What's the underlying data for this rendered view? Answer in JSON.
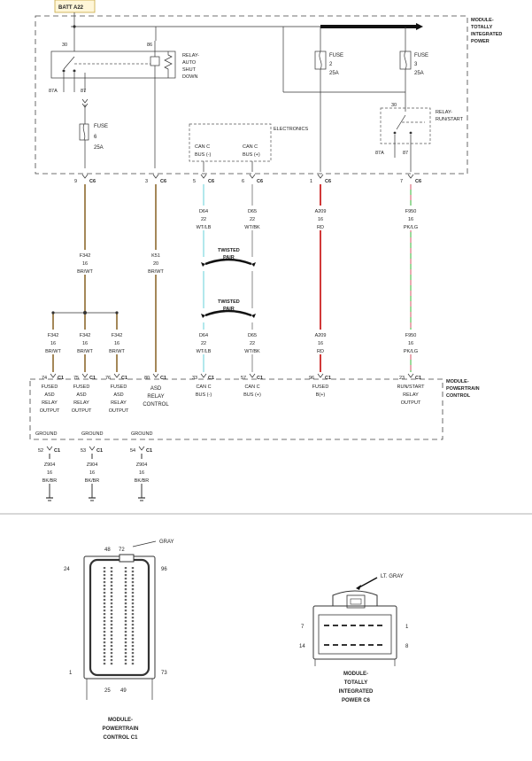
{
  "colors": {
    "brwt": "#9a7a45",
    "wtlb": "#9ee3e8",
    "wtbk": "#b5b5b5",
    "rd": "#cc2222",
    "pklg": "#8fd68f",
    "pklg2": "#f2a4b4",
    "line": "#333333",
    "batt_box": "#fff6d8"
  },
  "batt": {
    "label": "BATT A22"
  },
  "tipm": {
    "name": [
      "MODULE-",
      "TOTALLY",
      "INTEGRATED",
      "POWER"
    ],
    "relay_asd": {
      "label": [
        "RELAY-",
        "AUTO",
        "SHUT",
        "DOWN"
      ],
      "pins": {
        "p30": "30",
        "p86": "86",
        "p87a": "87A",
        "p87": "87"
      }
    },
    "fuse6": {
      "label": [
        "FUSE",
        "6",
        "25A"
      ]
    },
    "fuse2": {
      "label": [
        "FUSE",
        "2",
        "25A"
      ]
    },
    "fuse3": {
      "label": [
        "FUSE",
        "3",
        "25A"
      ]
    },
    "relay_run": {
      "label": [
        "RELAY-",
        "RUN/START"
      ],
      "pins": {
        "p30": "30",
        "p87a": "87A",
        "p87": "87"
      }
    },
    "electronics": {
      "label": "ELECTRONICS",
      "cans": [
        {
          "l1": "CAN C",
          "l2": "BUS (-)"
        },
        {
          "l1": "CAN C",
          "l2": "BUS (+)"
        }
      ]
    }
  },
  "c6_pins": [
    {
      "pin": "9",
      "conn": "C6"
    },
    {
      "pin": "3",
      "conn": "C6"
    },
    {
      "pin": "5",
      "conn": "C6"
    },
    {
      "pin": "6",
      "conn": "C6"
    },
    {
      "pin": "1",
      "conn": "C6"
    },
    {
      "pin": "7",
      "conn": "C6"
    }
  ],
  "wires_upper": [
    {
      "circuit": "F342",
      "gauge": "16",
      "color": "BR/WT"
    },
    {
      "circuit": "K51",
      "gauge": "20",
      "color": "BR/WT"
    },
    {
      "circuit": "D64",
      "gauge": "22",
      "color": "WT/LB"
    },
    {
      "circuit": "D65",
      "gauge": "22",
      "color": "WT/BK"
    },
    {
      "circuit": "A209",
      "gauge": "16",
      "color": "RD"
    },
    {
      "circuit": "F950",
      "gauge": "16",
      "color": "PK/LG"
    }
  ],
  "twisted_pair": [
    "TWISTED",
    "PAIR"
  ],
  "wires_lower": [
    {
      "circuit": "F342",
      "gauge": "16",
      "color": "BR/WT"
    },
    {
      "circuit": "F342",
      "gauge": "16",
      "color": "BR/WT"
    },
    {
      "circuit": "F342",
      "gauge": "16",
      "color": "BR/WT"
    },
    {
      "circuit": "D64",
      "gauge": "22",
      "color": "WT/LB"
    },
    {
      "circuit": "D65",
      "gauge": "22",
      "color": "WT/BK"
    },
    {
      "circuit": "A209",
      "gauge": "16",
      "color": "RD"
    },
    {
      "circuit": "F950",
      "gauge": "16",
      "color": "PK/LG"
    }
  ],
  "pcm_pins": [
    {
      "pin": "74",
      "conn": "C1"
    },
    {
      "pin": "75",
      "conn": "C1"
    },
    {
      "pin": "76",
      "conn": "C1"
    },
    {
      "pin": "80",
      "conn": "C1"
    },
    {
      "pin": "33",
      "conn": "C1"
    },
    {
      "pin": "57",
      "conn": "C1"
    },
    {
      "pin": "96",
      "conn": "C1"
    },
    {
      "pin": "23",
      "conn": "C1"
    }
  ],
  "pcm": {
    "name": [
      "MODULE-",
      "POWERTRAIN",
      "CONTROL"
    ],
    "fns": [
      [
        "FUSED",
        "ASD",
        "RELAY",
        "OUTPUT"
      ],
      [
        "FUSED",
        "ASD",
        "RELAY",
        "OUTPUT"
      ],
      [
        "FUSED",
        "ASD",
        "RELAY",
        "OUTPUT"
      ],
      [
        "ASD",
        "RELAY",
        "CONTROL"
      ],
      [
        "CAN C",
        "BUS (-)"
      ],
      [
        "CAN C",
        "BUS (+)"
      ],
      [
        "FUSED",
        "B(+)"
      ],
      [
        "RUN/START",
        "RELAY",
        "OUTPUT"
      ]
    ],
    "ground_label": "GROUND",
    "grounds": [
      {
        "pin": "52",
        "conn": "C1",
        "circuit": "Z904",
        "gauge": "16",
        "color": "BK/BR"
      },
      {
        "pin": "53",
        "conn": "C1",
        "circuit": "Z904",
        "gauge": "16",
        "color": "BK/BR"
      },
      {
        "pin": "54",
        "conn": "C1",
        "circuit": "Z904",
        "gauge": "16",
        "color": "BK/BR"
      }
    ]
  },
  "connectors": {
    "pcm_c1": {
      "color": "GRAY",
      "pins": {
        "tl": "48",
        "tr": "72",
        "left_top": "24",
        "right_top": "96",
        "left_bot": "1",
        "right_bot": "73",
        "bot1": "25",
        "bot2": "49"
      },
      "caption": [
        "MODULE-",
        "POWERTRAIN",
        "CONTROL C1"
      ]
    },
    "tipm_c6": {
      "color": "LT. GRAY",
      "pins": {
        "lt": "7",
        "rt": "1",
        "lb": "14",
        "rb": "8"
      },
      "caption": [
        "MODULE-",
        "TOTALLY",
        "INTEGRATED",
        "POWER C6"
      ]
    }
  }
}
